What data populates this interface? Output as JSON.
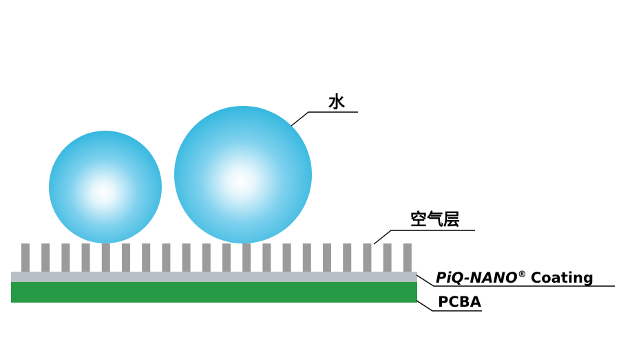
{
  "labels": {
    "water": "水",
    "air_layer": "空气层",
    "coating_brand": "PiQ-NANO",
    "coating_reg": "®",
    "coating_word": "Coating",
    "pcba": "PCBA"
  },
  "colors": {
    "pillar": "#9b9b9b",
    "coating_layer": "#b8c0c6",
    "pcba_layer": "#279a45",
    "droplet_edge": "#34b7df",
    "droplet_highlight": "#ffffff",
    "leader_line": "#000000"
  },
  "pillar_count": 20
}
